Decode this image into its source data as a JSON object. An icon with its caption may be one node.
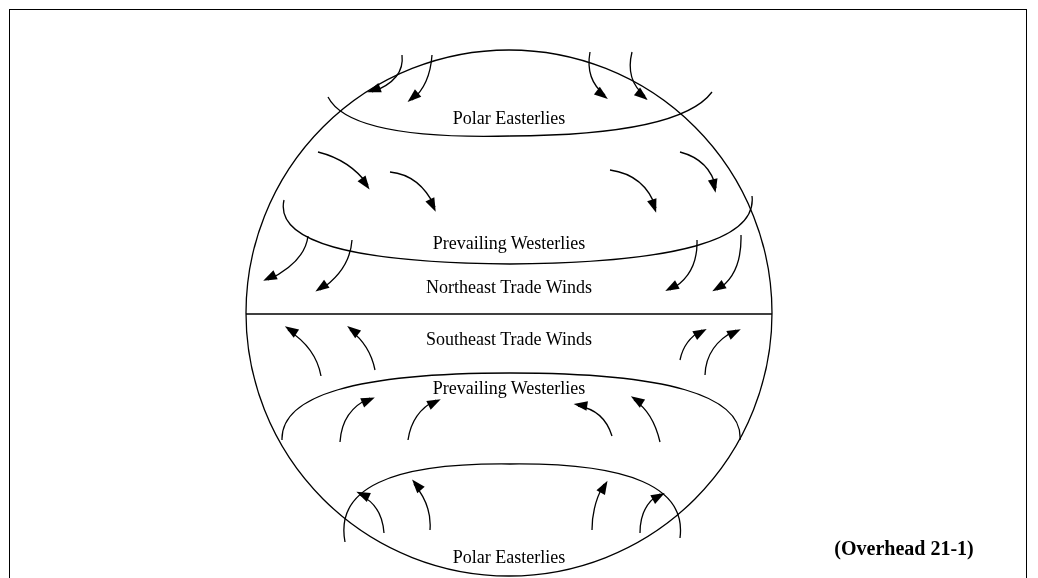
{
  "diagram": {
    "labels": [
      "Polar Easterlies",
      "Prevailing Westerlies",
      "Northeast Trade Winds",
      "Southeast Trade Winds",
      "Prevailing Westerlies",
      "Polar Easterlies",
      "(Overhead 21-1)"
    ]
  }
}
